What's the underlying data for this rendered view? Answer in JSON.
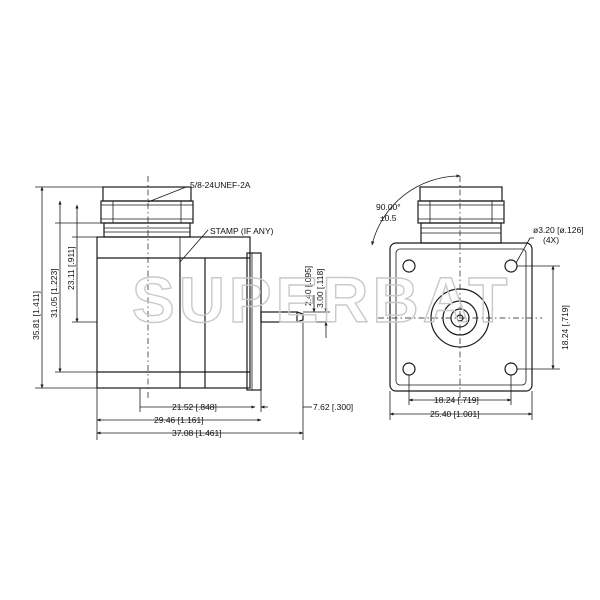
{
  "watermark": "SUPERBAT",
  "side_view": {
    "thread_note": "5/8-24UNEF-2A",
    "stamp_note": "STAMP (IF ANY)",
    "dim_overall_height": "35.81 [1.411]",
    "dim_body_height": "31.05 [1.223]",
    "dim_thread_height": "23.11 [.911]",
    "dim_pin_offset": "2.40 [.095]",
    "dim_pin_height": "3.00 [.118]",
    "dim_flange_to_body": "21.52 [.848]",
    "dim_pin_length": "7.62 [.300]",
    "dim_body_to_flange": "29.46 [1.161]",
    "dim_overall_length": "37.08 [1.461]"
  },
  "front_view": {
    "angle_value": "90.00°",
    "angle_tol": "±0.5",
    "hole_dia": "ø3.20 [ø.126]",
    "hole_count": "(4X)",
    "dim_hole_spacing_v": "18.24 [.719]",
    "dim_hole_spacing_h": "18.24 [.719]",
    "dim_flange_width": "25.40 [1.001]"
  },
  "colors": {
    "line": "#1a1a1a",
    "watermark": "#c9c9c9",
    "background": "#ffffff"
  }
}
